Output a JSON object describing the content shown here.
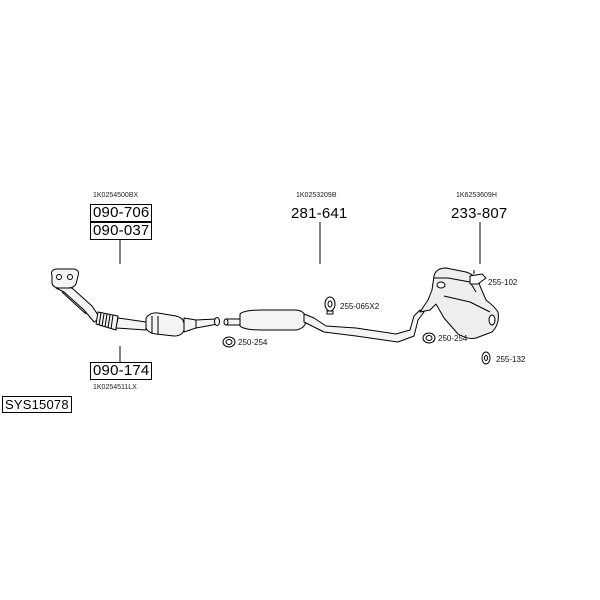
{
  "system_code": "SYS15078",
  "groups": {
    "front": {
      "ref_top": "1K0254500BX",
      "part_a": "090-706",
      "part_b": "090-037",
      "part_c": "090-174",
      "ref_bottom": "1K0254511LX"
    },
    "middle": {
      "ref": "1K0253209B",
      "part": "281-641"
    },
    "rear": {
      "ref": "1K6253609H",
      "part": "233-807"
    }
  },
  "small_parts": {
    "clamp_1": "250-254",
    "hanger_mid": "255-065X2",
    "clamp_2": "250-254",
    "bracket": "255-102",
    "rubber_mount": "255-132"
  }
}
